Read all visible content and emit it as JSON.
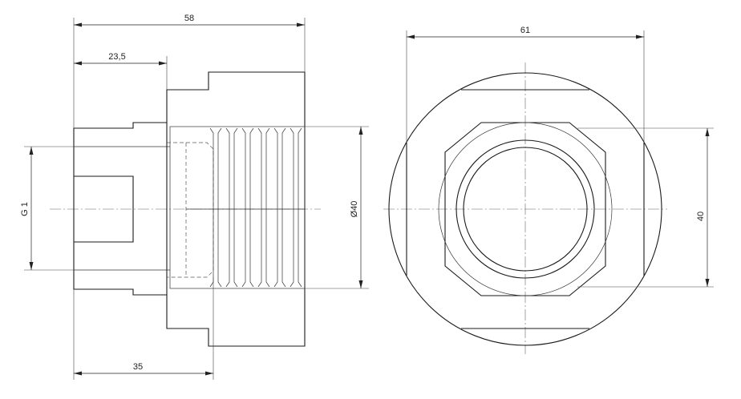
{
  "dimensions": {
    "overall_length": "58",
    "hex_section_length": "23,5",
    "thread_length_ref": "35",
    "pipe_thread": "G 1",
    "thread_diameter": "Ø40",
    "outer_diameter": "61",
    "across_flats": "40"
  }
}
